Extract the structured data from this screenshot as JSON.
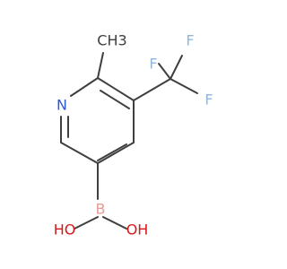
{
  "molecule": {
    "atoms": {
      "methyl": {
        "label": "CH3",
        "color": "#404040"
      },
      "fluorine_1": {
        "label": "F",
        "color": "#8fb7dc"
      },
      "fluorine_2": {
        "label": "F",
        "color": "#8fb7dc"
      },
      "fluorine_3": {
        "label": "F",
        "color": "#8fb7dc"
      },
      "nitrogen": {
        "label": "N",
        "color": "#2f58d8"
      },
      "boron": {
        "label": "B",
        "color": "#e79a91"
      },
      "hydroxyl_left": {
        "label": "HO",
        "color": "#d61818"
      },
      "hydroxyl_right": {
        "label": "OH",
        "color": "#d61818"
      }
    }
  }
}
